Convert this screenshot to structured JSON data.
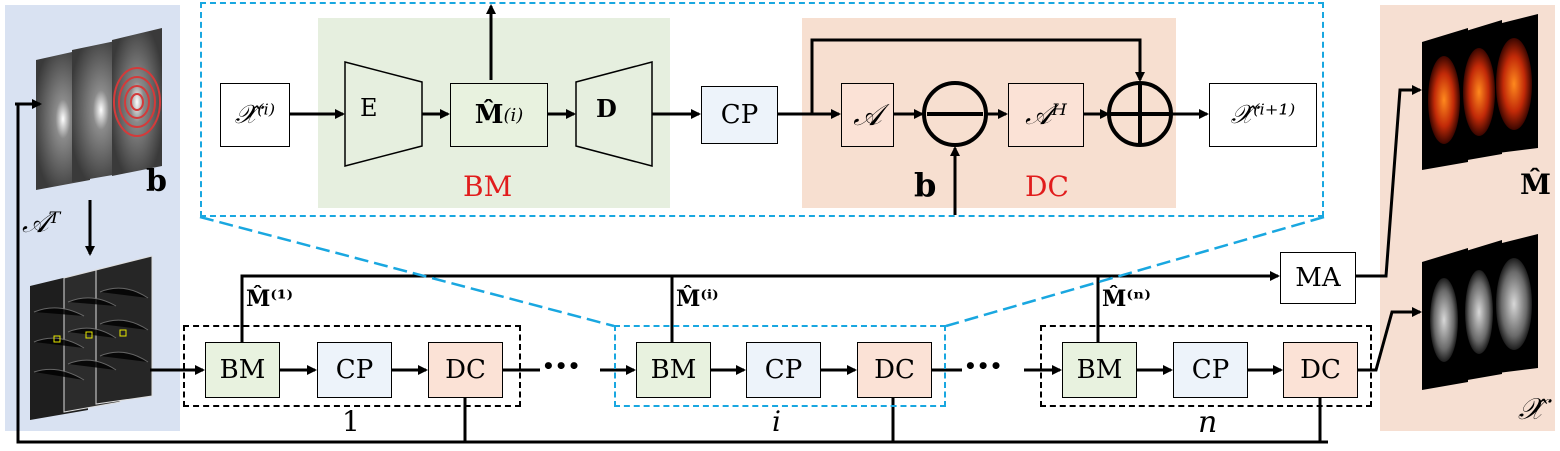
{
  "blocks": {
    "bm": "BM",
    "cp": "CP",
    "dc": "DC",
    "ma": "MA",
    "encoder": "E",
    "decoder": "D"
  },
  "labels": {
    "x_in": "𝒳̂⁽ⁱ⁾",
    "m_i": "M̂",
    "m_i_sup": "(i)",
    "x_out": "𝒳̂⁽ⁱ⁺¹⁾",
    "a_op": "𝒜",
    "ah_op": "𝒜ᴴ",
    "b": "b",
    "at": "𝒜ᵀ",
    "m_1": "M̂⁽¹⁾",
    "m_i_bottom": "M̂⁽ⁱ⁾",
    "m_n": "M̂⁽ⁿ⁾",
    "m_hat": "M̂",
    "x_hat": "𝒳̂",
    "stage_1": "1",
    "stage_i": "i",
    "stage_n": "n",
    "bm_caption": "BM",
    "dc_caption": "DC",
    "ellipsis": "•••"
  },
  "colors": {
    "accent_blue": "#19a7e0",
    "caption_red": "#e11c1c",
    "bm_green": "#e8f2df",
    "cp_blue": "#edf3fa",
    "dc_peach": "#fbe2d6"
  }
}
